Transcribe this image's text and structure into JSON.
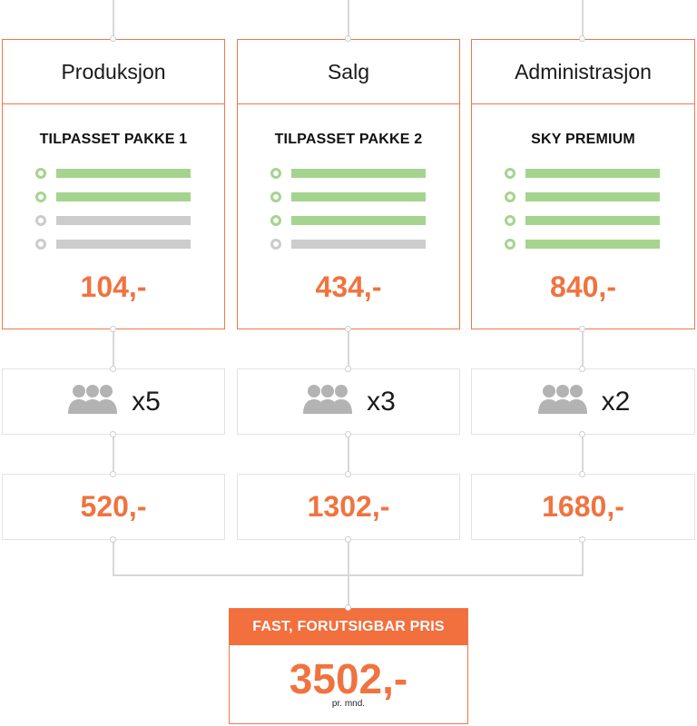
{
  "departments": [
    {
      "name": "Produksjon",
      "package": "TILPASSET PAKKE 1",
      "features": [
        true,
        true,
        false,
        false
      ],
      "price": "104,-",
      "people": "x5",
      "subtotal": "520,-"
    },
    {
      "name": "Salg",
      "package": "TILPASSET PAKKE 2",
      "features": [
        true,
        true,
        true,
        false
      ],
      "price": "434,-",
      "people": "x3",
      "subtotal": "1302,-"
    },
    {
      "name": "Administrasjon",
      "package": "SKY PREMIUM",
      "features": [
        true,
        true,
        true,
        true
      ],
      "price": "840,-",
      "people": "x2",
      "subtotal": "1680,-"
    }
  ],
  "total": {
    "label": "FAST, FORUTSIGBAR PRIS",
    "price": "3502,-",
    "unit": "pr. mnd."
  },
  "colors": {
    "accent": "#f0733f",
    "feature_on": "#a5d48f",
    "feature_off": "#cccccc",
    "people_icon": "#b3b3b3"
  }
}
